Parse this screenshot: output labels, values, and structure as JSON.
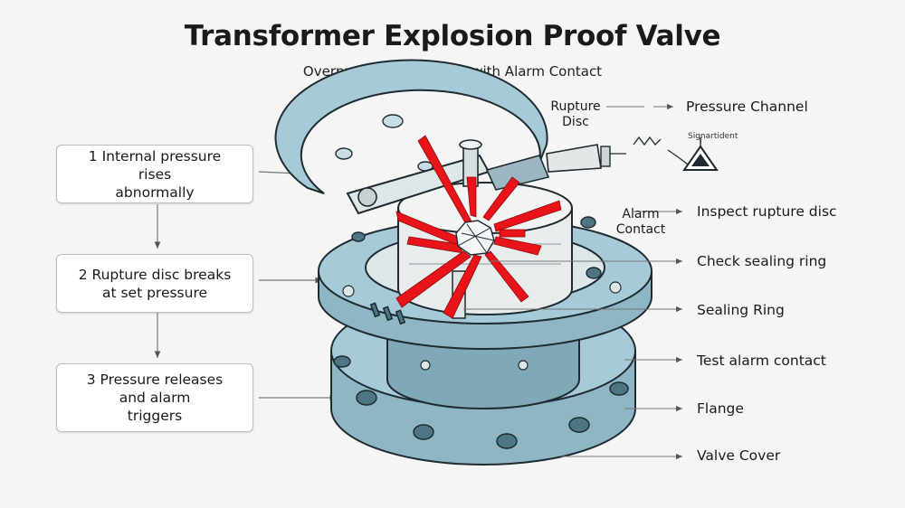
{
  "title": "Transformer Explosion Proof Valve",
  "subtitle": "Overpressure Protection with Alarm Contact",
  "steps": [
    {
      "line1": "1 Internal pressure rises",
      "line2": "abnormally",
      "line3": ""
    },
    {
      "line1": "2 Rupture disc breaks",
      "line2": "at set pressure",
      "line3": ""
    },
    {
      "line1": "3 Pressure releases",
      "line2": "and alarm",
      "line3": "triggers"
    }
  ],
  "labels": {
    "rupture_disc_l1": "Rupture",
    "rupture_disc_l2": "Disc",
    "pressure_channel": "Pressure Channel",
    "signal": "Signartident",
    "alarm_contact_l1": "Alarm",
    "alarm_contact_l2": "Contact",
    "inspect": "Inspect rupture disc",
    "check_ring": "Check sealing ring",
    "sealing_ring": "Sealing Ring",
    "test_alarm": "Test alarm contact",
    "flange": "Flange",
    "valve_cover": "Valve Cover"
  },
  "colors": {
    "metal": "#9cc3d1",
    "metal_dark": "#6f9fb1",
    "outline": "#1f2b30",
    "burst": "#e8141a",
    "leader": "#555555"
  }
}
